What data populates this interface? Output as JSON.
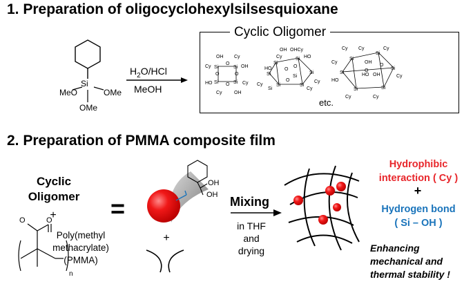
{
  "section1": {
    "title": "1. Preparation of oligocyclohexylsilsesquioxane",
    "reactant_atoms": {
      "si": "Si",
      "ome_left": "MeO",
      "ome_right": "OMe",
      "ome_bottom": "OMe"
    },
    "reagent_top": "H2O/HCl",
    "reagent_bottom": "MeOH",
    "product_box_title": "Cyclic Oligomer",
    "product_etc": "etc."
  },
  "section2": {
    "title": "2. Preparation of PMMA composite film",
    "cyclic_oligomer": "Cyclic\nOligomer",
    "plus_top": "+",
    "pmma_label": "Poly(methyl\nmethacrylate)\n(PMMA)",
    "pmma_subscript_n": "n",
    "equals": "=",
    "oh_top": "OH",
    "oh_bottom": "OH",
    "plus_mid": "+",
    "mixing": "Mixing",
    "mixing_conditions": "in THF\nand\ndrying",
    "hydrophobic": "Hydrophibic\ninteraction ( Cy )",
    "plus_right": "+",
    "hydrogen_bond": "Hydrogen bond\n( Si – OH )",
    "enhancing": "Enhancing\nmechanical and\nthermal stability !"
  },
  "colors": {
    "red": "#e8262b",
    "blue": "#1a74bb",
    "gray": "#888888"
  }
}
